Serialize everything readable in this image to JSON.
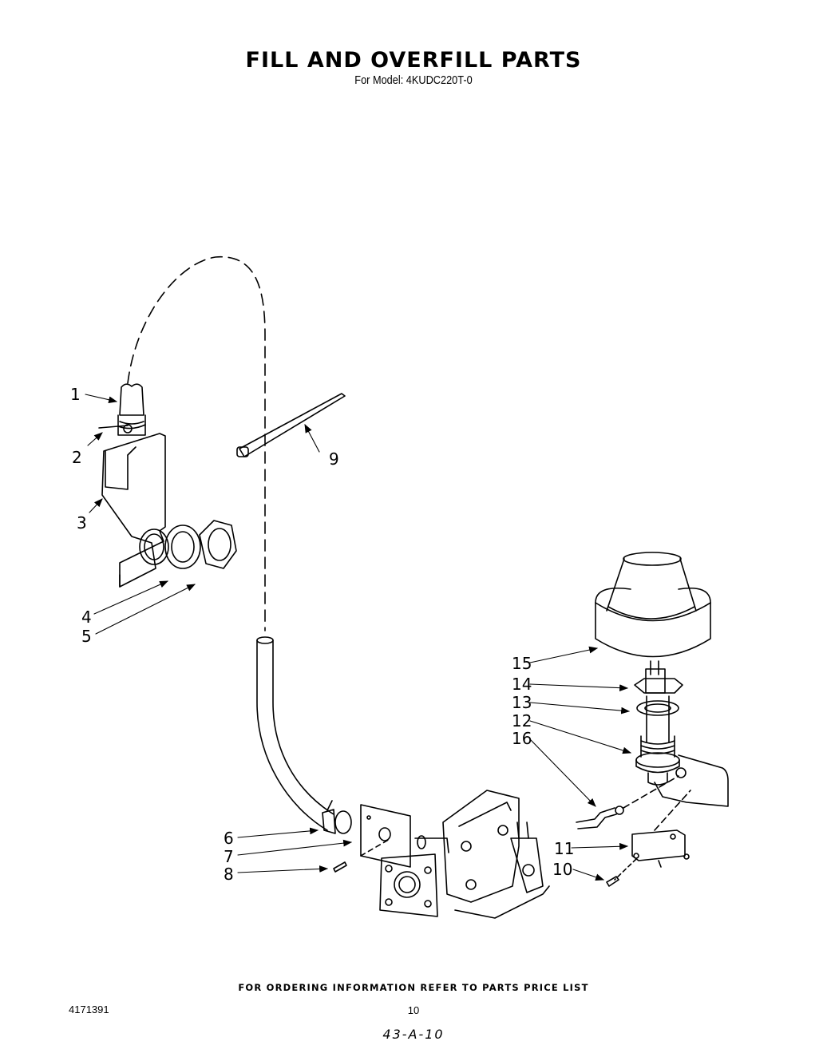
{
  "header": {
    "title": "FILL AND OVERFILL PARTS",
    "subtitle": "For Model: 4KUDC220T-0"
  },
  "diagram": {
    "callouts": [
      {
        "id": "1",
        "label": "1"
      },
      {
        "id": "2",
        "label": "2"
      },
      {
        "id": "3",
        "label": "3"
      },
      {
        "id": "4",
        "label": "4"
      },
      {
        "id": "5",
        "label": "5"
      },
      {
        "id": "6",
        "label": "6"
      },
      {
        "id": "7",
        "label": "7"
      },
      {
        "id": "8",
        "label": "8"
      },
      {
        "id": "9",
        "label": "9"
      },
      {
        "id": "10",
        "label": "10"
      },
      {
        "id": "11",
        "label": "11"
      },
      {
        "id": "12",
        "label": "12"
      },
      {
        "id": "13",
        "label": "13"
      },
      {
        "id": "14",
        "label": "14"
      },
      {
        "id": "15",
        "label": "15"
      },
      {
        "id": "16",
        "label": "16"
      }
    ]
  },
  "footer": {
    "note": "FOR ORDERING INFORMATION REFER TO PARTS PRICE LIST",
    "doc_number": "4171391",
    "page_number": "10",
    "handwritten_ref": "43-A-10"
  }
}
